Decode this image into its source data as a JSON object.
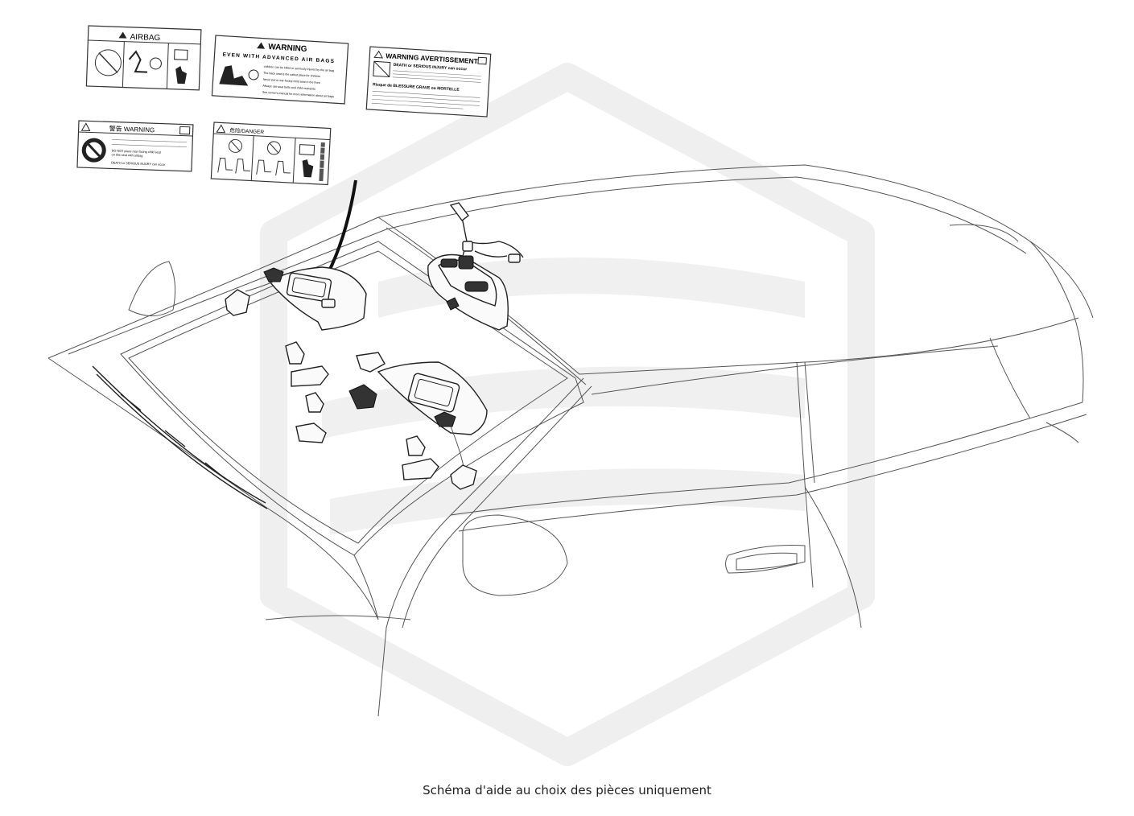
{
  "caption": "Schéma d'aide au choix des pièces uniquement",
  "labels": {
    "airbag": {
      "title": "AIRBAG"
    },
    "warning_advanced": {
      "title": "WARNING",
      "subtitle": "EVEN WITH ADVANCED AIR BAGS",
      "lines": [
        "children can be killed or seriously injured by the air bag",
        "The back seat is the safest place for children",
        "Never put a rear-facing child seat in the front",
        "Always use seat belts and child restraints",
        "See owner's manual for more information about air bags"
      ]
    },
    "warning_bilingual": {
      "title": "WARNING AVERTISSEMENT",
      "line1": "DEATH or SERIOUS INJURY can occur",
      "line2": "Risque de BLESSURE GRAVE ou MORTELLE"
    },
    "warning_cn": {
      "title": "警告  WARNING",
      "line1": "DO NOT place rear-facing child seat",
      "line2": "on this seat with airbag",
      "line3": "DEATH or SERIOUS INJURY can occur"
    },
    "pictogram_label": {
      "title": "危险/DANGER"
    }
  },
  "colors": {
    "line": "#555555",
    "part_stroke": "#222222",
    "watermark": "#e6e6e6"
  }
}
